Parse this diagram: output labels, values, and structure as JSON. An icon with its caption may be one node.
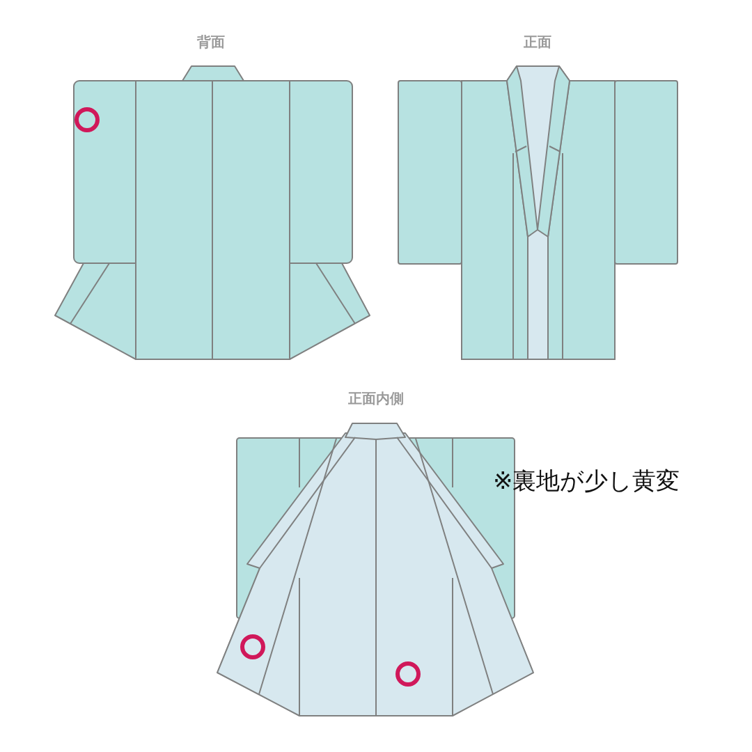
{
  "diagram": {
    "nodes": [
      {
        "text": [
          "背面"
        ]
      },
      {
        "text": [
          "正面"
        ]
      },
      {
        "text": [
          "正面内側"
        ]
      }
    ],
    "labels": [
      "※裏地が少し黄変"
    ]
  }
}
